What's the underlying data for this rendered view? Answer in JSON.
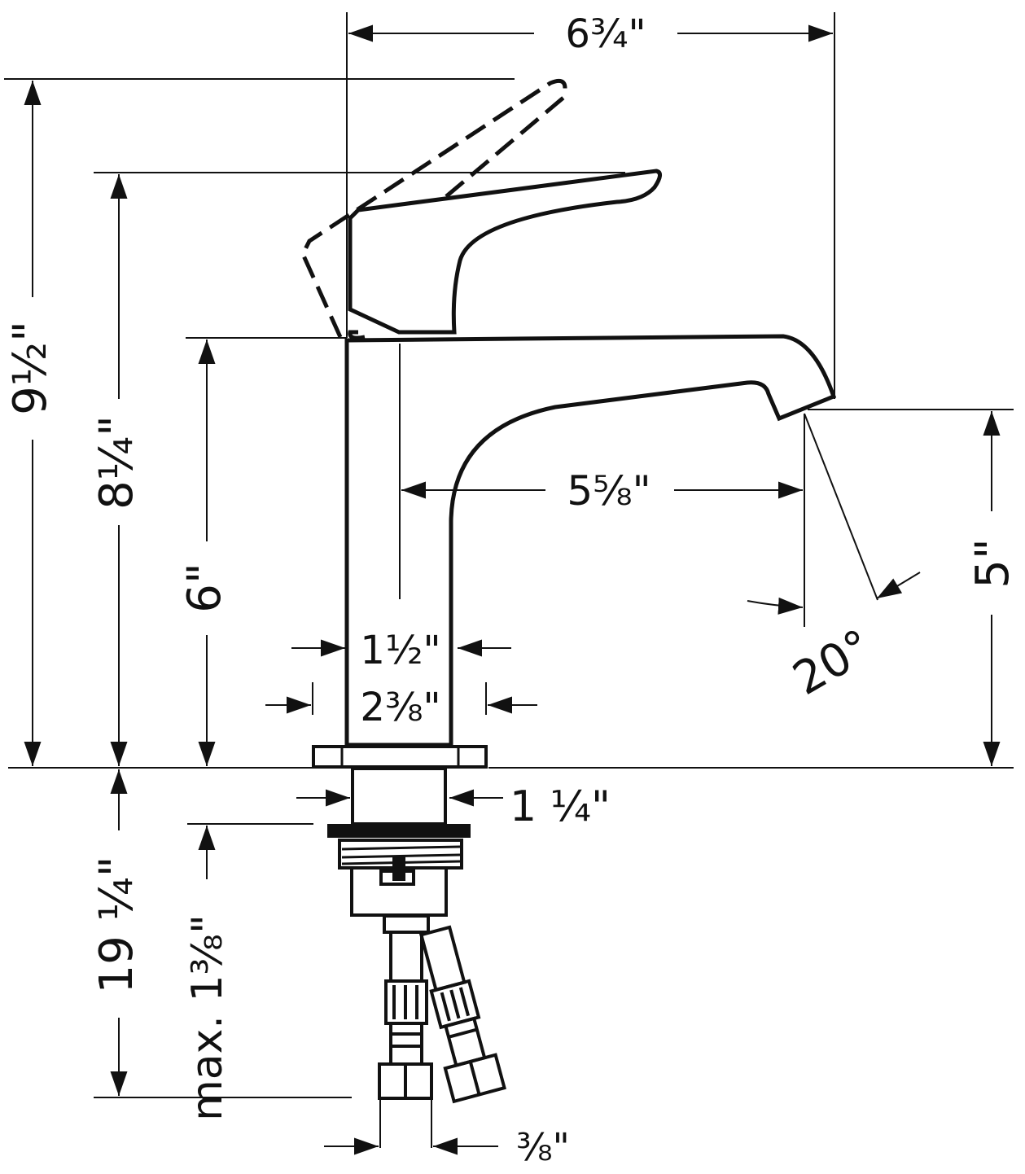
{
  "diagram": {
    "type": "faucet dimension drawing",
    "colors": {
      "ink": "#111111",
      "background": "#ffffff",
      "spout_fill": "#ffffff"
    },
    "labels": {
      "spread_top": "6¾\"",
      "overall_height": "9½\"",
      "handle_height": "8¼\"",
      "body_height": "6\"",
      "spout_reach": "5⅝\"",
      "spout_clearance": "5\"",
      "spray_angle": "20°",
      "body_width": "1½\"",
      "base_width": "2⅜\"",
      "shank_diameter": "1 ¼\"",
      "supply_length": "19 ¼\"",
      "max_deck": "max. 1⅜\"",
      "connector_size": "⅜\""
    }
  }
}
